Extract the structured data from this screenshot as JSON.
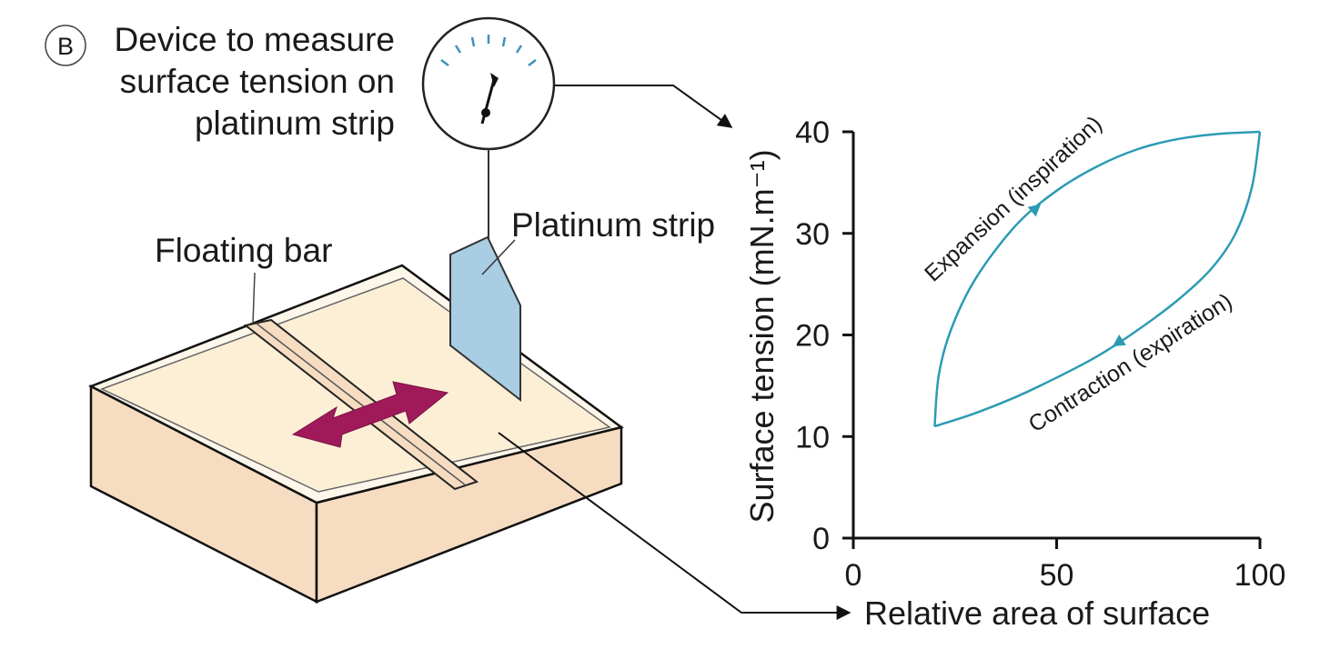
{
  "figure": {
    "badge": "B",
    "device_label_lines": [
      "Device to measure",
      "surface tension on",
      "platinum strip"
    ],
    "platinum_strip_label": "Platinum strip",
    "floating_bar_label": "Floating bar"
  },
  "colors": {
    "curve": "#2c9bb3",
    "tray_water": "#fcefd6",
    "tray_side": "#f6dcc1",
    "strip": "#a9cde3",
    "arrow": "#a0195a",
    "dial_ticks": "#3d93b8"
  },
  "chart_data": {
    "type": "line",
    "xlabel": "Relative area of surface",
    "ylabel": "Surface tension (mN.m⁻¹)",
    "xlim": [
      0,
      100
    ],
    "ylim": [
      0,
      40
    ],
    "xticks": [
      "0",
      "50",
      "100"
    ],
    "yticks": [
      "0",
      "10",
      "20",
      "30",
      "40"
    ],
    "series": [
      {
        "name": "Expansion (inspiration)",
        "x": [
          20,
          21,
          24,
          30,
          40,
          50,
          60,
          70,
          80,
          90,
          100
        ],
        "y": [
          11,
          16,
          20.5,
          25.5,
          30.8,
          34.2,
          36.6,
          38.3,
          39.3,
          39.8,
          40
        ]
      },
      {
        "name": "Contraction (expiration)",
        "x": [
          100,
          98,
          94,
          88,
          80,
          70,
          60,
          50,
          40,
          30,
          20
        ],
        "y": [
          40,
          34.5,
          30,
          26.5,
          23.5,
          20.5,
          17.9,
          15.8,
          13.9,
          12.3,
          11
        ]
      }
    ]
  }
}
